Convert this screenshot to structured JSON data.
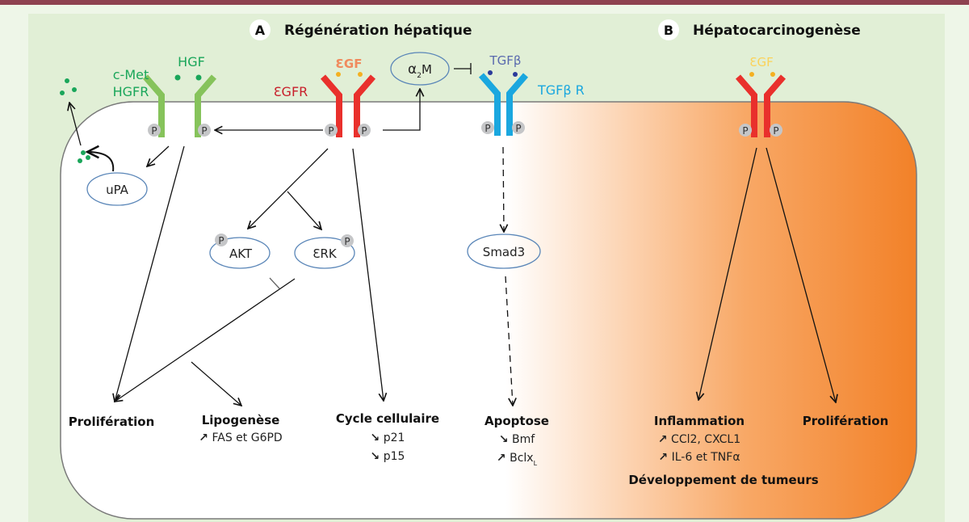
{
  "colors": {
    "top_bar": "#8e4250",
    "outer_bg": "#eef6e8",
    "panel_bg": "#e1efd6",
    "cell_fill": "#ffffff",
    "cell_orange": "#f28128",
    "cmet_green": "#86c35b",
    "hgf_text": "#1aa65a",
    "egfr_red": "#e9302c",
    "egfr_text": "#c8202c",
    "egf_a_text": "#f08a5d",
    "egf_b_text": "#fbd25a",
    "ligand_dot": "#f4b020",
    "tgfb_blue": "#1aa7df",
    "tgfb_text": "#5a6aae",
    "tgfb_dot": "#2a3a9a",
    "node_stroke": "#5a86b8",
    "p_circle": "#c5c6c8"
  },
  "panels": {
    "a": {
      "badge": "A",
      "title": "Régénération hépatique"
    },
    "b": {
      "badge": "B",
      "title": "Hépatocarcinogenèse"
    }
  },
  "receptors": {
    "cmet": {
      "label_line1": "c-Met",
      "label_line2": "HGFR",
      "ligand": "HGF"
    },
    "egfr_a": {
      "label": "ƐGFR",
      "ligand": "ƐGF"
    },
    "tgfbr": {
      "label": "TGFβ R",
      "ligand": "TGFβ"
    },
    "egfr_b": {
      "ligand": "ƐGF"
    }
  },
  "phospho": "P",
  "nodes": {
    "a2m": {
      "alpha": "α",
      "sub": "2",
      "rest": "M"
    },
    "upa": "uPA",
    "akt": "AKT",
    "erk": "ƐRK",
    "smad3": "Smad3"
  },
  "outcomes": {
    "prolif_a": {
      "title": "Prolifération"
    },
    "lipo": {
      "title": "Lipogenèse",
      "lines": [
        {
          "arrow": "up",
          "text": "FAS et G6PD"
        }
      ]
    },
    "cycle": {
      "title": "Cycle cellulaire",
      "lines": [
        {
          "arrow": "down",
          "text": "p21"
        },
        {
          "arrow": "down",
          "text": "p15"
        }
      ]
    },
    "apop": {
      "title": "Apoptose",
      "lines": [
        {
          "arrow": "down",
          "text": "Bmf"
        },
        {
          "arrow": "up",
          "text": "Bclx",
          "sub": "L"
        }
      ]
    },
    "inflam": {
      "title": "Inflammation",
      "lines": [
        {
          "arrow": "up",
          "text": "CCl2, CXCL1"
        },
        {
          "arrow": "up",
          "text": "IL-6 et TNFα"
        }
      ],
      "footer": "Développement de tumeurs"
    },
    "prolif_b": {
      "title": "Prolifération"
    }
  },
  "arrow_glyphs": {
    "up": "↗",
    "down": "↘"
  }
}
